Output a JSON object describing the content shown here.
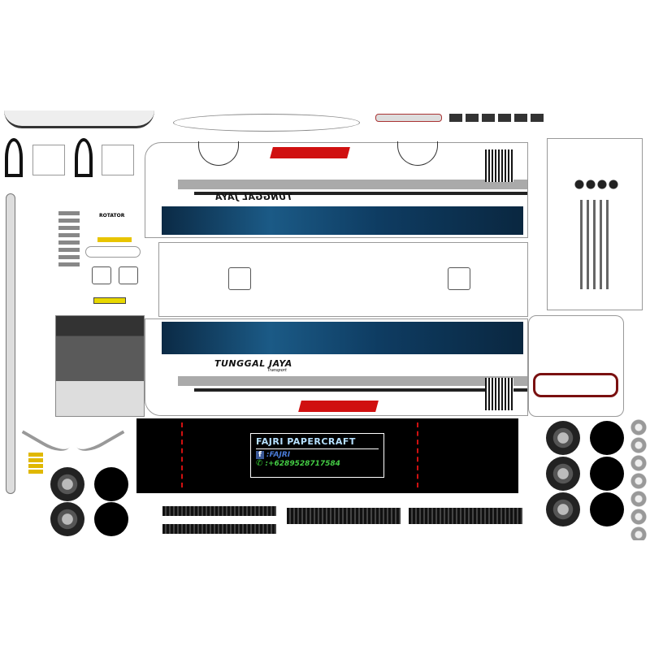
{
  "brand": {
    "name": "TUNGGAL JAYA",
    "sub": "Transport"
  },
  "rotator_label": "ROTATOR",
  "credit": {
    "title": "FAJRI PAPERCRAFT",
    "facebook": ":FAJRI",
    "whatsapp": ":+6289528717584"
  },
  "colors": {
    "window": "#1b5a86",
    "accent_red": "#d01010",
    "black": "#000000"
  }
}
